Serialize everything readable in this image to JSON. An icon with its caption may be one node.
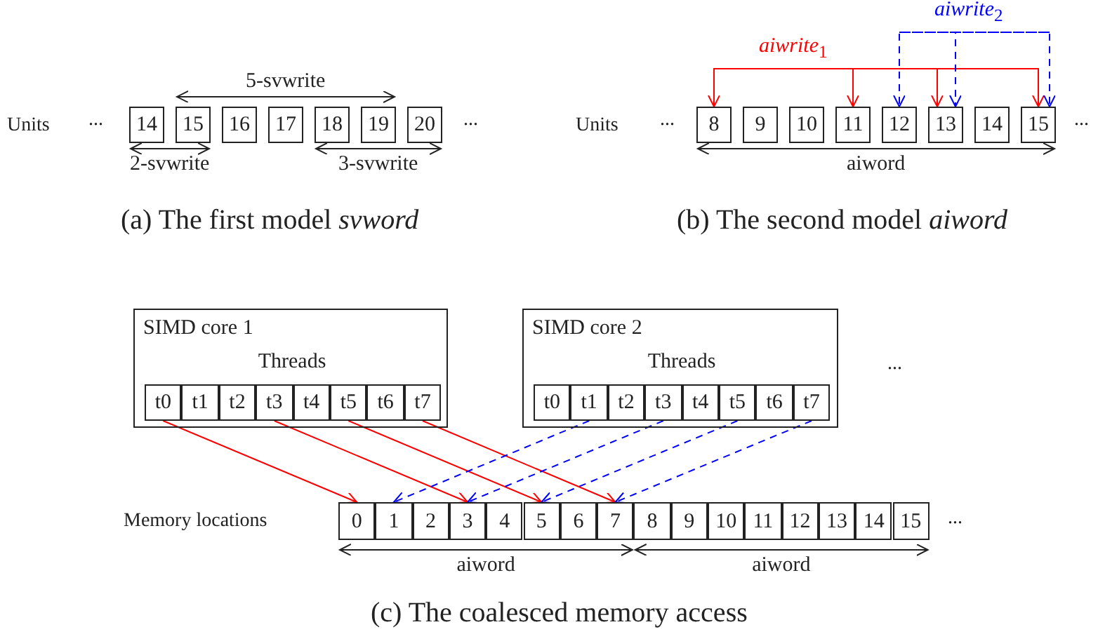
{
  "diagram": {
    "nodes": [
      {
        "text": [
          "14"
        ]
      },
      {
        "text": [
          "15"
        ]
      },
      {
        "text": [
          "16"
        ]
      },
      {
        "text": [
          "17"
        ]
      },
      {
        "text": [
          "18"
        ]
      },
      {
        "text": [
          "19"
        ]
      },
      {
        "text": [
          "20"
        ]
      },
      {
        "text": [
          "8"
        ]
      },
      {
        "text": [
          "9"
        ]
      },
      {
        "text": [
          "10"
        ]
      },
      {
        "text": [
          "11"
        ]
      },
      {
        "text": [
          "12"
        ]
      },
      {
        "text": [
          "13"
        ]
      },
      {
        "text": [
          "14"
        ]
      },
      {
        "text": [
          "15"
        ]
      },
      {
        "text": [
          "SIMD core 1",
          "Threads"
        ]
      },
      {
        "text": [
          "t0"
        ],
        "in": 15
      },
      {
        "text": [
          "t1"
        ],
        "in": 15
      },
      {
        "text": [
          "t2"
        ],
        "in": 15
      },
      {
        "text": [
          "t3"
        ],
        "in": 15
      },
      {
        "text": [
          "t4"
        ],
        "in": 15
      },
      {
        "text": [
          "t5"
        ],
        "in": 15
      },
      {
        "text": [
          "t6"
        ],
        "in": 15
      },
      {
        "text": [
          "t7"
        ],
        "in": 15
      },
      {
        "text": [
          "SIMD core 2",
          "Threads"
        ]
      },
      {
        "text": [
          "t0"
        ],
        "in": 24
      },
      {
        "text": [
          "t1"
        ],
        "in": 24
      },
      {
        "text": [
          "t2"
        ],
        "in": 24
      },
      {
        "text": [
          "t3"
        ],
        "in": 24
      },
      {
        "text": [
          "t4"
        ],
        "in": 24
      },
      {
        "text": [
          "t5"
        ],
        "in": 24
      },
      {
        "text": [
          "t6"
        ],
        "in": 24
      },
      {
        "text": [
          "t7"
        ],
        "in": 24
      },
      {
        "text": [
          "0"
        ]
      },
      {
        "text": [
          "1"
        ]
      },
      {
        "text": [
          "2"
        ]
      },
      {
        "text": [
          "3"
        ]
      },
      {
        "text": [
          "4"
        ]
      },
      {
        "text": [
          "5"
        ]
      },
      {
        "text": [
          "6"
        ]
      },
      {
        "text": [
          "7"
        ]
      },
      {
        "text": [
          "8"
        ]
      },
      {
        "text": [
          "9"
        ]
      },
      {
        "text": [
          "10"
        ]
      },
      {
        "text": [
          "11"
        ]
      },
      {
        "text": [
          "12"
        ]
      },
      {
        "text": [
          "13"
        ]
      },
      {
        "text": [
          "14"
        ]
      },
      {
        "text": [
          "15"
        ]
      }
    ],
    "edges": [
      {
        "from": null,
        "to": 7,
        "arrow": "to",
        "color": "#ff0000",
        "label": "*aiwrite*$_{1}$"
      },
      {
        "from": null,
        "to": 10,
        "arrow": "to",
        "color": "#ff0000"
      },
      {
        "from": null,
        "to": 12,
        "arrow": "to",
        "color": "#ff0000"
      },
      {
        "from": null,
        "to": 14,
        "arrow": "to",
        "color": "#ff0000"
      },
      {
        "from": null,
        "to": 11,
        "arrow": "to",
        "style": "dashed",
        "color": "#0000ff",
        "label": "*aiwrite*$_{2}$"
      },
      {
        "from": null,
        "to": 12,
        "arrow": "to",
        "style": "dashed",
        "color": "#0000ff"
      },
      {
        "from": null,
        "to": 14,
        "arrow": "to",
        "style": "dashed",
        "color": "#0000ff"
      },
      {
        "from": 16,
        "to": 33,
        "arrow": "to",
        "color": "#ff0000"
      },
      {
        "from": 19,
        "to": 36,
        "arrow": "to",
        "color": "#ff0000"
      },
      {
        "from": 21,
        "to": 38,
        "arrow": "to",
        "color": "#ff0000"
      },
      {
        "from": 23,
        "to": 40,
        "arrow": "to",
        "color": "#ff0000"
      },
      {
        "from": 26,
        "to": 34,
        "arrow": "to",
        "style": "dashed",
        "color": "#0000ff"
      },
      {
        "from": 28,
        "to": 36,
        "arrow": "to",
        "style": "dashed",
        "color": "#0000ff"
      },
      {
        "from": 30,
        "to": 38,
        "arrow": "to",
        "style": "dashed",
        "color": "#0000ff"
      },
      {
        "from": 32,
        "to": 40,
        "arrow": "to",
        "style": "dashed",
        "color": "#0000ff"
      },
      {
        "from": 1,
        "to": 5,
        "arrow": "both",
        "color": "#222222",
        "label": "5-svwrite"
      },
      {
        "from": 0,
        "to": 1,
        "arrow": "both",
        "color": "#222222",
        "label": "2-svwrite"
      },
      {
        "from": 4,
        "to": 6,
        "arrow": "both",
        "color": "#222222",
        "label": "3-svwrite"
      },
      {
        "from": 7,
        "to": 14,
        "arrow": "both",
        "color": "#222222",
        "label": "aiword"
      },
      {
        "from": 33,
        "to": 40,
        "arrow": "both",
        "color": "#222222",
        "label": "aiword"
      },
      {
        "from": 41,
        "to": 48,
        "arrow": "both",
        "color": "#222222",
        "label": "aiword"
      }
    ],
    "labels": [
      "Units",
      "...",
      "...",
      "(a) The first model *svword*",
      "Units",
      "...",
      "...",
      "(b) The second model *aiword*",
      "...",
      "Memory locations",
      "...",
      "(c) The coalesced memory access"
    ]
  }
}
